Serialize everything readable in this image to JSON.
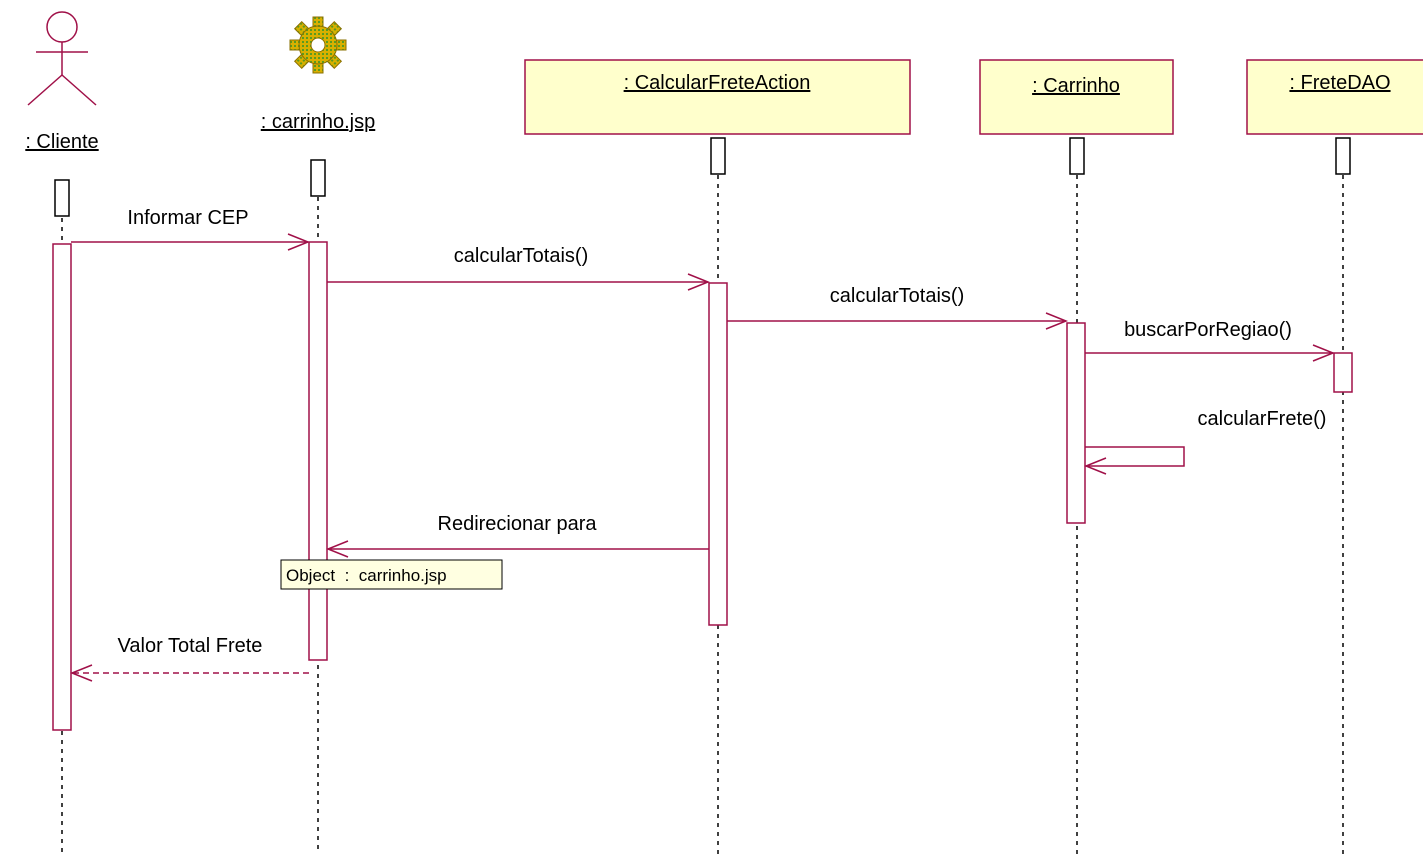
{
  "colors": {
    "message": "#a01048",
    "object_fill": "#ffffcc",
    "object_border": "#a01048",
    "gear": "#c8a000",
    "gear_grid": "#60a020",
    "lifeline": "#000000"
  },
  "participants": [
    {
      "id": "cliente",
      "label": ": Cliente",
      "kind": "actor",
      "icon": "actor-icon"
    },
    {
      "id": "jsp",
      "label": ": carrinho.jsp",
      "kind": "page",
      "icon": "gear-icon"
    },
    {
      "id": "action",
      "label": ": CalcularFreteAction",
      "kind": "object"
    },
    {
      "id": "carrinho",
      "label": ": Carrinho",
      "kind": "object"
    },
    {
      "id": "dao",
      "label": ": FreteDAO",
      "kind": "object"
    }
  ],
  "messages": [
    {
      "from": "cliente",
      "to": "jsp",
      "label": "Informar CEP",
      "type": "sync"
    },
    {
      "from": "jsp",
      "to": "action",
      "label": "calcularTotais()",
      "type": "sync"
    },
    {
      "from": "action",
      "to": "carrinho",
      "label": "calcularTotais()",
      "type": "sync"
    },
    {
      "from": "carrinho",
      "to": "dao",
      "label": "buscarPorRegiao()",
      "type": "sync"
    },
    {
      "from": "carrinho",
      "to": "carrinho",
      "label": "calcularFrete()",
      "type": "self"
    },
    {
      "from": "action",
      "to": "jsp",
      "label": "Redirecionar para",
      "type": "sync"
    },
    {
      "from": "jsp",
      "to": "cliente",
      "label": "Valor Total Frete",
      "type": "return"
    }
  ],
  "tooltip": {
    "text": "Object  :  carrinho.jsp"
  }
}
